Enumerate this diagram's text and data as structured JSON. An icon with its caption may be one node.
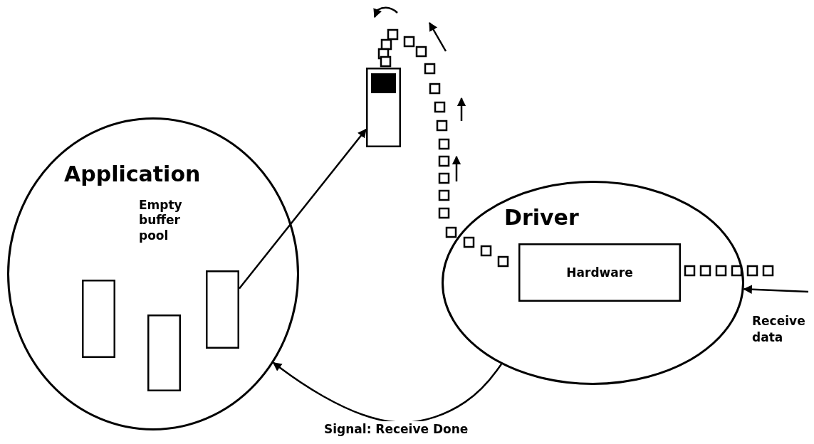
{
  "diagram": {
    "nodes": [
      {
        "text": [
          "Application"
        ]
      },
      {
        "text": [],
        "shape": "box",
        "in": 0
      },
      {
        "text": [],
        "shape": "box",
        "in": 0
      },
      {
        "text": [],
        "shape": "box",
        "in": 0
      },
      {
        "text": [
          "Driver"
        ]
      },
      {
        "text": [
          "Hardware"
        ],
        "in": 4
      },
      {
        "text": [],
        "shape": "box"
      }
    ],
    "edges": [
      {
        "from": 3,
        "to": 6,
        "arrow": "to"
      },
      {
        "from": 4,
        "to": 0,
        "arrow": "to",
        "label": "Signal: Receive Done"
      },
      {
        "from": null,
        "to": 4,
        "arrow": "to",
        "label": "Receive data"
      }
    ],
    "labels": [
      "Empty buffer pool"
    ]
  }
}
